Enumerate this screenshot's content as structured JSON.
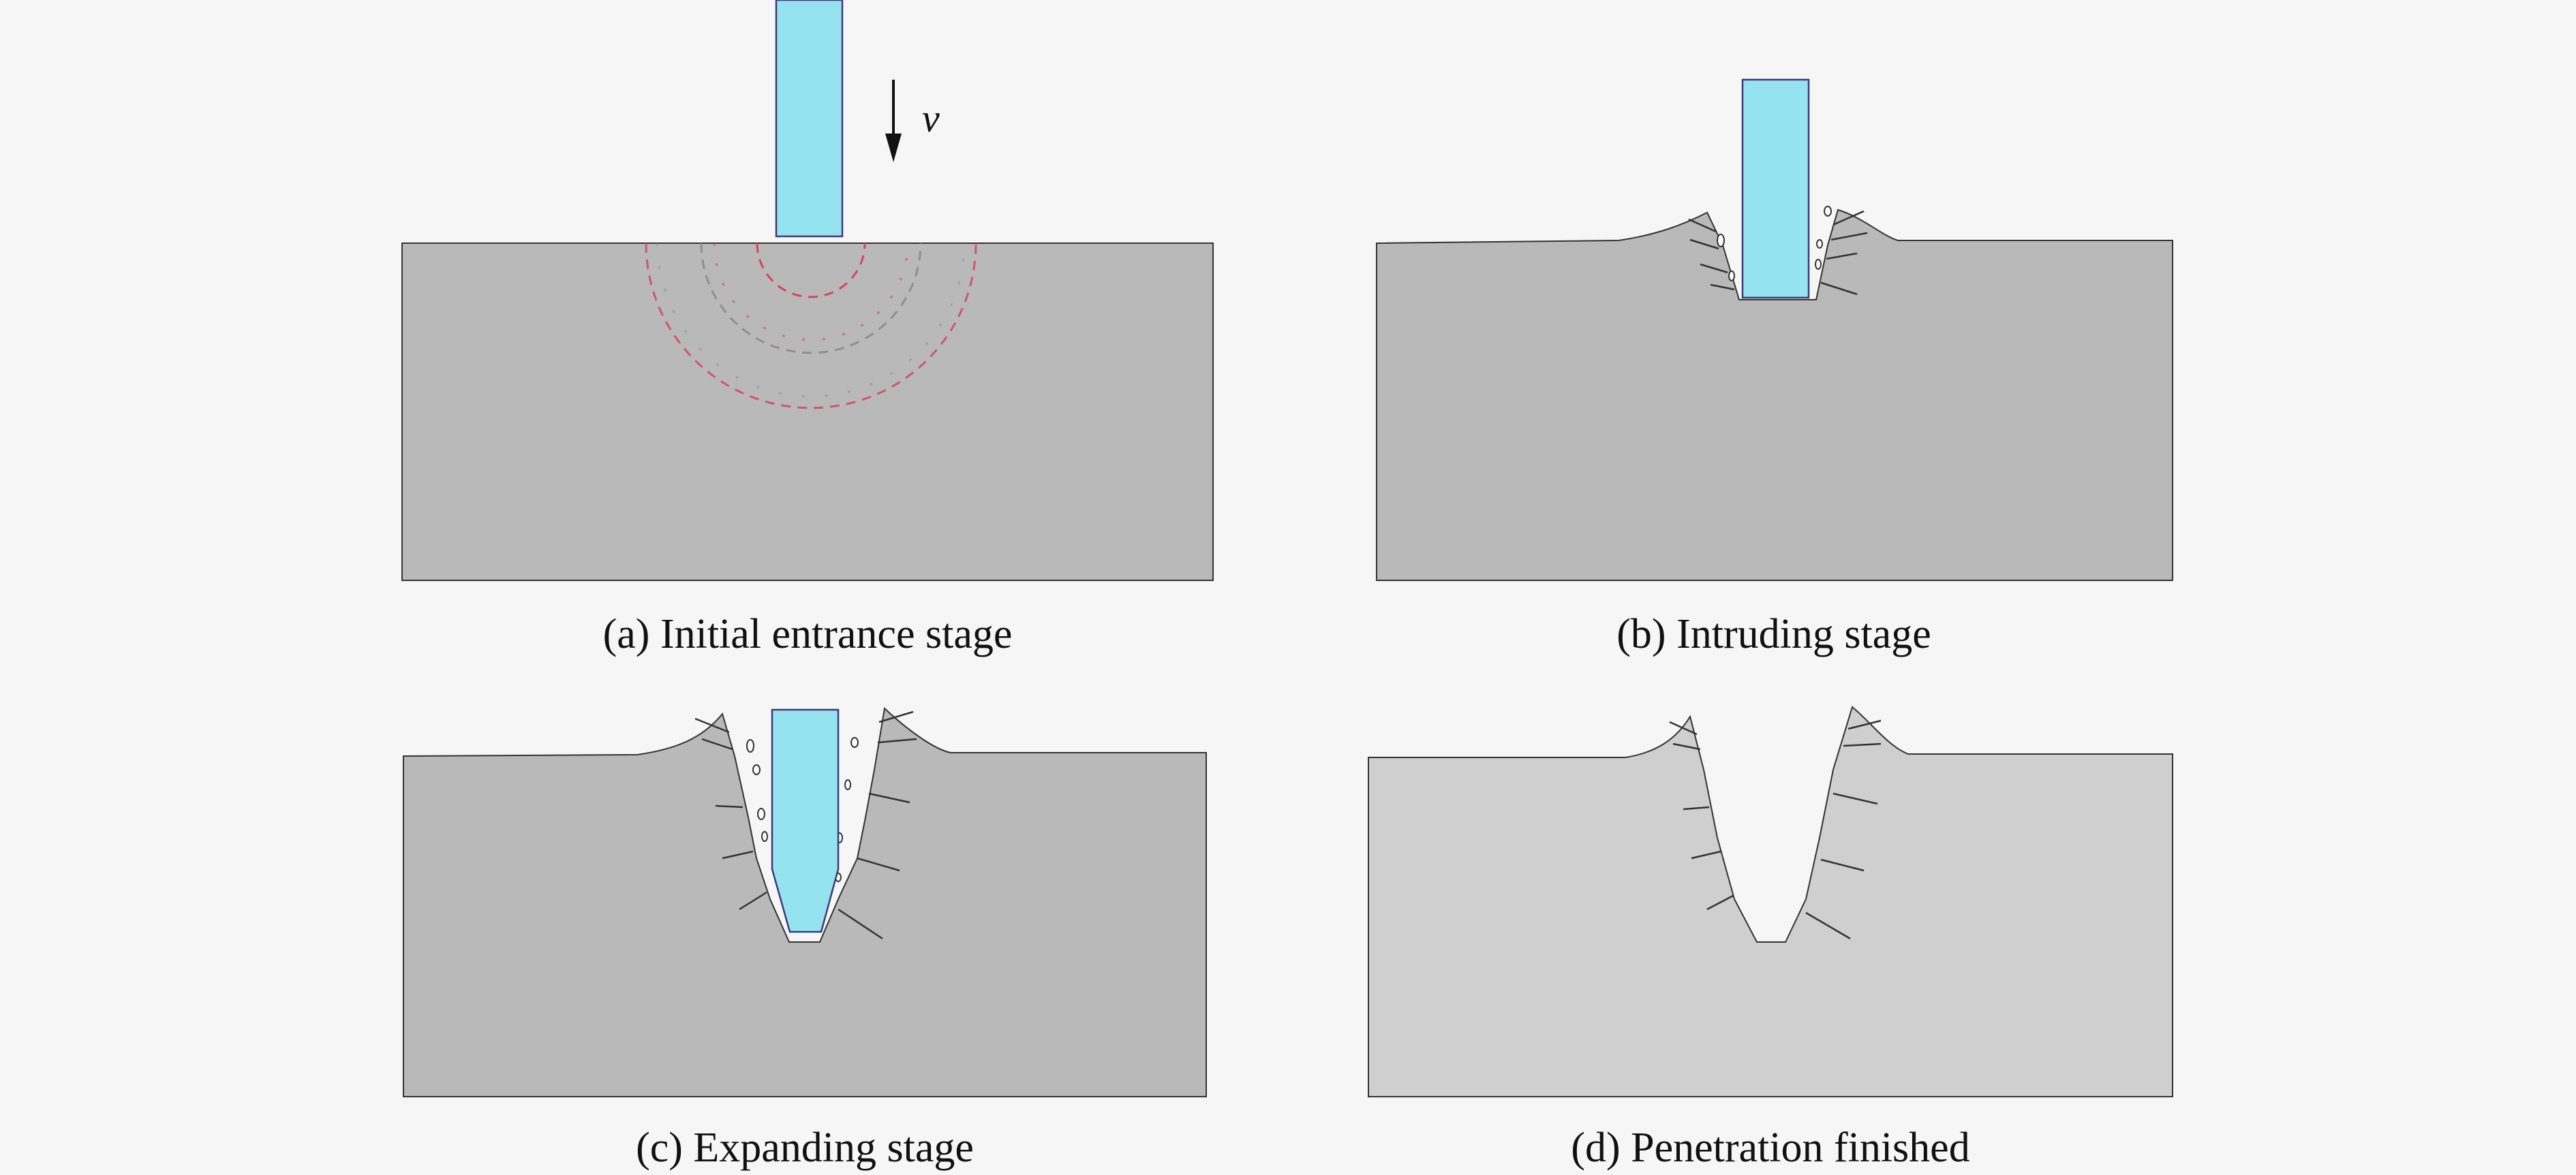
{
  "panels": [
    {
      "id": "a",
      "caption": "(a) Initial entrance stage"
    },
    {
      "id": "b",
      "caption": "(b) Intruding stage"
    },
    {
      "id": "c",
      "caption": "(c) Expanding stage"
    },
    {
      "id": "d",
      "caption": "(d) Penetration finished"
    }
  ],
  "velocity_label": "v",
  "colors": {
    "background": "#f6f6f6",
    "target": "#b9b9b9",
    "target_finished": "#cfcfcf",
    "projectile": "#96e3f0",
    "projectile_outline": "#3a3a7a",
    "wave_red": "#d9406b",
    "wave_gray": "#8f8f8f"
  }
}
